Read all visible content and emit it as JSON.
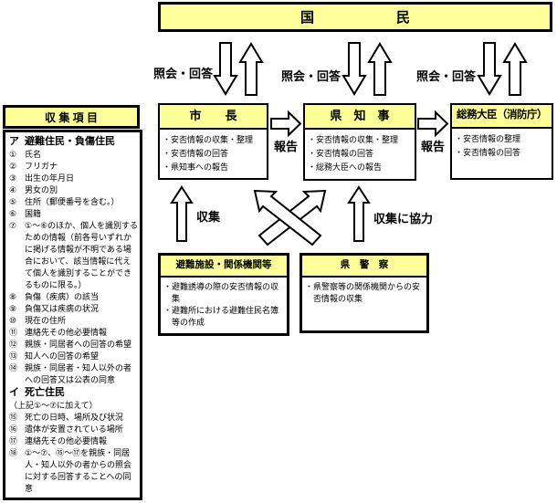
{
  "colors": {
    "box_fill": "#FFFF99",
    "border": "#000000",
    "background": "#FFFFFF"
  },
  "national": {
    "label": "国　　　　　　民"
  },
  "labels": {
    "inquiry": [
      "照会・回答",
      "照会・回答",
      "照会・回答"
    ],
    "report": [
      "報告",
      "報告"
    ],
    "collect": "収集",
    "cooperate": "収集に協力"
  },
  "mayor": {
    "title": "市　　長",
    "items": [
      "・安否情報の収集・整理",
      "・安否情報の回答",
      "・県知事への報告"
    ]
  },
  "governor": {
    "title": "県　知　事",
    "items": [
      "・安否情報の収集・整理",
      "・安否情報の回答",
      "・総務大臣への報告"
    ]
  },
  "minister": {
    "title": "総務大臣（消防庁）",
    "items": [
      "・安否情報の整理",
      "・安否情報の回答"
    ]
  },
  "evacuation": {
    "title": "避難施設・関係機関等",
    "items": [
      "・避難誘導の際の安否情報の収集",
      "・避難所における避難住民名簿等の作成"
    ]
  },
  "police": {
    "title": "県　警　察",
    "items": [
      "・県警察等の関係機関からの安否情報の収集"
    ]
  },
  "collection": {
    "title": "収 集 項 目",
    "rows": [
      {
        "num": "ア",
        "text": "避難住民・負傷住民",
        "cls": "section"
      },
      {
        "num": "①",
        "text": "氏名"
      },
      {
        "num": "②",
        "text": "フリガナ"
      },
      {
        "num": "③",
        "text": "出生の年月日"
      },
      {
        "num": "④",
        "text": "男女の別"
      },
      {
        "num": "⑤",
        "text": "住所（郵便番号を含む。）"
      },
      {
        "num": "⑥",
        "text": "国籍"
      },
      {
        "num": "⑦",
        "text": "①～⑥のほか、個人を識別するための情報（前各号いずれかに掲げる情報が不明である場合において、該当情報に代えて個人を識別することができるものに限る。）"
      },
      {
        "num": "⑧",
        "text": "負傷（疾病）の該当"
      },
      {
        "num": "⑨",
        "text": "負傷又は疾病の状況"
      },
      {
        "num": "⑩",
        "text": "現在の住所"
      },
      {
        "num": "⑪",
        "text": "連絡先その他必要情報"
      },
      {
        "num": "⑫",
        "text": "親族・同居者への回答の希望"
      },
      {
        "num": "⑬",
        "text": "知人への回答の希望"
      },
      {
        "num": "⑭",
        "text": "親族・同居者・知人以外の者への回答又は公表の同意"
      },
      {
        "num": "イ",
        "text": "死亡住民",
        "cls": "section"
      },
      {
        "num": "",
        "text": "（上記①～⑦に加えて）",
        "cls": "note"
      },
      {
        "num": "⑮",
        "text": "死亡の日時、場所及び状況"
      },
      {
        "num": "⑯",
        "text": "遺体が安置されている場所"
      },
      {
        "num": "⑰",
        "text": "連絡先その他必要情報"
      },
      {
        "num": "⑱",
        "text": "①～⑦、⑮～⑰を親族・同居人・知人以外の者からの照会に対する回答することへの同意"
      }
    ]
  }
}
